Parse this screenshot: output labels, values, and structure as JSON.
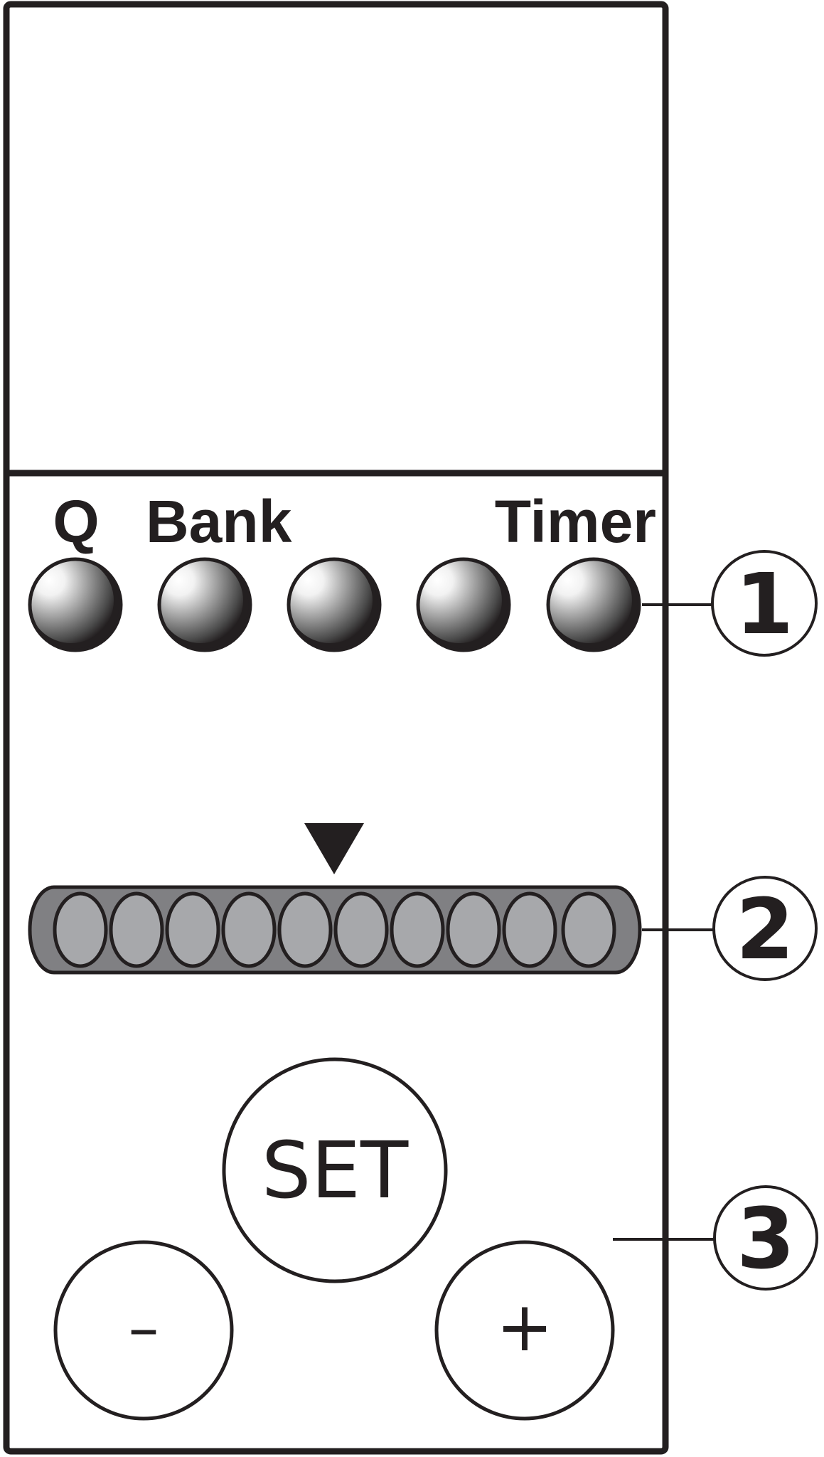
{
  "panel": {
    "led_labels": {
      "q": "Q",
      "bank": "Bank",
      "timer": "Timer"
    },
    "led_count": 5,
    "bar_segment_count": 10,
    "pointer_icon": "down-triangle-icon",
    "buttons": {
      "set": "SET",
      "minus": "–",
      "plus": "+"
    }
  },
  "callouts": [
    "1",
    "2",
    "3"
  ],
  "colors": {
    "outline": "#231f20",
    "bar_body": "#808083",
    "bar_segment": "#a7a8ab",
    "background": "#ffffff"
  }
}
